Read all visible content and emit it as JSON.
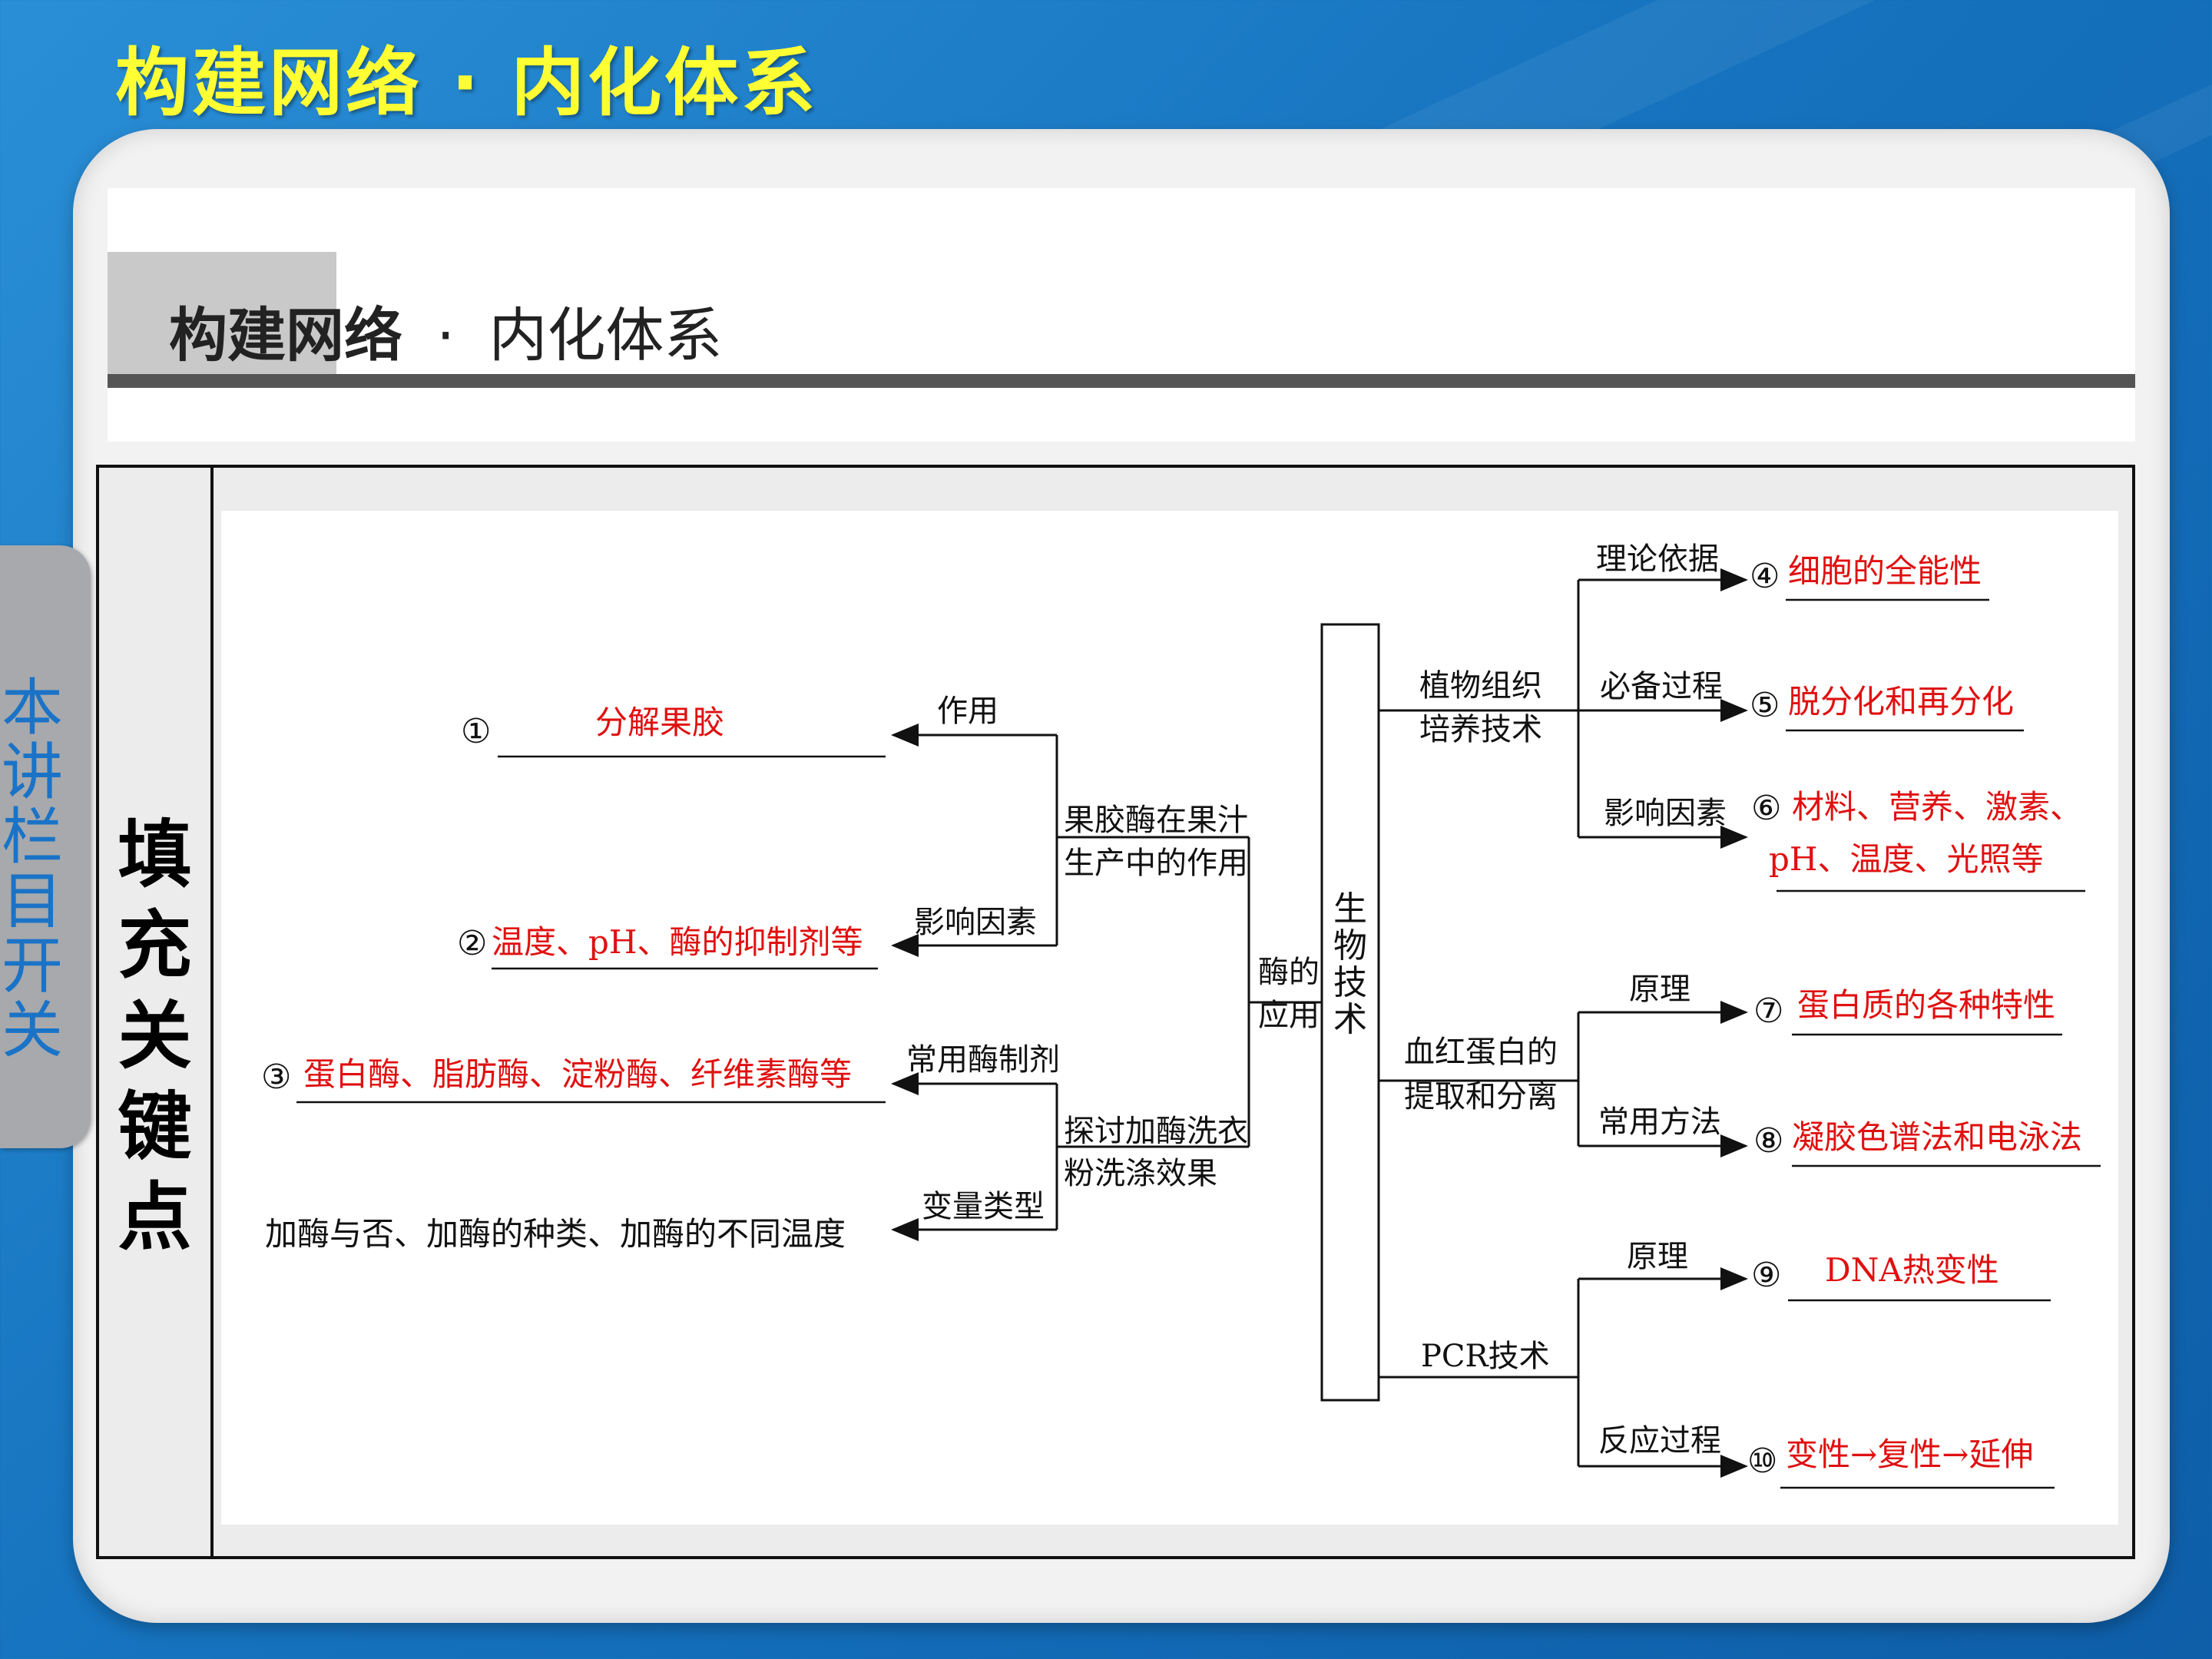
{
  "slide_title": "构建网络 · 内化体系",
  "banner": {
    "title_strong": "构建网络",
    "title_sep": "·",
    "title_rest": "内化体系"
  },
  "side_tab": "本讲栏目开关",
  "frame_label": "填充关键点",
  "diagram": {
    "left": {
      "n1": "①",
      "a1": "分解果胶",
      "zuoyong": "作用",
      "guojiao_line1": "果胶酶在果汁",
      "guojiao_line2": "生产中的作用",
      "n2": "②",
      "a2": "温度、pH、酶的抑制剂等",
      "yingxiang": "影响因素",
      "n3": "③",
      "a3": "蛋白酶、脂肪酶、淀粉酶、纤维素酶等",
      "changyong": "常用酶制剂",
      "tantao_line1": "探讨加酶洗衣",
      "tantao_line2": "粉洗涤效果",
      "bianliang": "变量类型",
      "bianliang_text": "加酶与否、加酶的种类、加酶的不同温度",
      "mei_line1": "酶的",
      "mei_line2": "应用"
    },
    "center": "生物技术",
    "right": {
      "zhiwu_line1": "植物组织",
      "zhiwu_line2": "培养技术",
      "lilun": "理论依据",
      "n4": "④",
      "a4": "细胞的全能性",
      "bibei": "必备过程",
      "n5": "⑤",
      "a5": "脱分化和再分化",
      "yingxiang2": "影响因素",
      "n6": "⑥",
      "a6_line1": "材料、营养、激素、",
      "a6_line2": "pH、温度、光照等",
      "xuehong_line1": "血红蛋白的",
      "xuehong_line2": "提取和分离",
      "yuanli1": "原理",
      "n7": "⑦",
      "a7": "蛋白质的各种特性",
      "changyongfangfa": "常用方法",
      "n8": "⑧",
      "a8": "凝胶色谱法和电泳法",
      "pcr": "PCR技术",
      "yuanli2": "原理",
      "n9": "⑨",
      "a9": "DNA热变性",
      "fanying": "反应过程",
      "n10": "⑩",
      "a10": "变性→复性→延伸"
    }
  },
  "colors": {
    "answer": "#e01010",
    "title": "#ffff33",
    "side_tab_text": "#1a73c7"
  }
}
